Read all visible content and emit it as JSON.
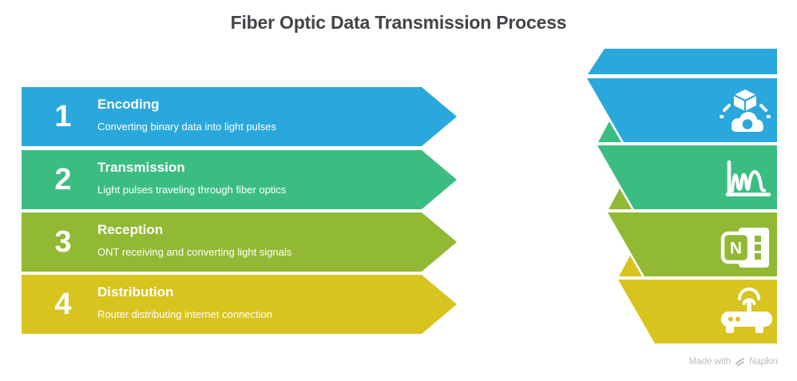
{
  "title": "Fiber Optic Data Transmission Process",
  "steps": [
    {
      "number": "1",
      "title": "Encoding",
      "description": "Converting binary data into light pulses",
      "color": "#2BA8DB",
      "icon": "cube-hologram-icon"
    },
    {
      "number": "2",
      "title": "Transmission",
      "description": "Light pulses traveling through fiber optics",
      "color": "#3BBD82",
      "icon": "waveform-chart-icon"
    },
    {
      "number": "3",
      "title": "Reception",
      "description": "ONT receiving and converting light signals",
      "color": "#91B933",
      "icon": "ont-device-icon",
      "device_letter": "N"
    },
    {
      "number": "4",
      "title": "Distribution",
      "description": "Router distributing internet connection",
      "color": "#D8C41F",
      "icon": "wifi-router-icon"
    }
  ],
  "footer": {
    "made_with": "Made with",
    "brand": "Napkin"
  }
}
